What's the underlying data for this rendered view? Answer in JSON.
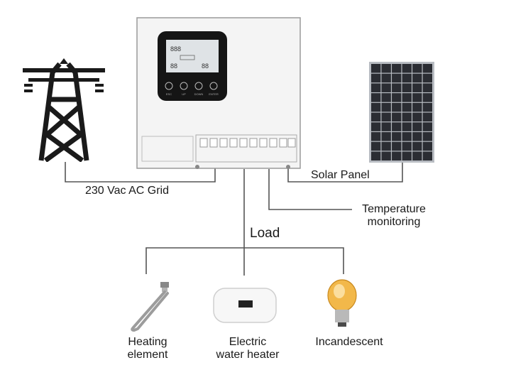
{
  "labels": {
    "grid": "230 Vac AC Grid",
    "solar": "Solar Panel",
    "temp_line1": "Temperature",
    "temp_line2": "monitoring",
    "load": "Load",
    "heating_line1": "Heating",
    "heating_line2": "element",
    "water_line1": "Electric",
    "water_line2": "water heater",
    "incandescent": "Incandescent"
  },
  "device": {
    "display_digits_top": "888",
    "display_digits_left": "88",
    "display_digits_right": "88",
    "buttons": [
      "ESC",
      "UP",
      "DOWN",
      "ENTER"
    ]
  },
  "colors": {
    "wire": "#555555",
    "device_body": "#f4f4f4",
    "panel_cell": "#2b2d33",
    "tower": "#1a1a1a",
    "bulb_glow": "#f2b84a"
  },
  "icons": [
    "transmission-tower-icon",
    "solar-panel-icon",
    "heating-element-icon",
    "water-heater-icon",
    "light-bulb-icon"
  ]
}
